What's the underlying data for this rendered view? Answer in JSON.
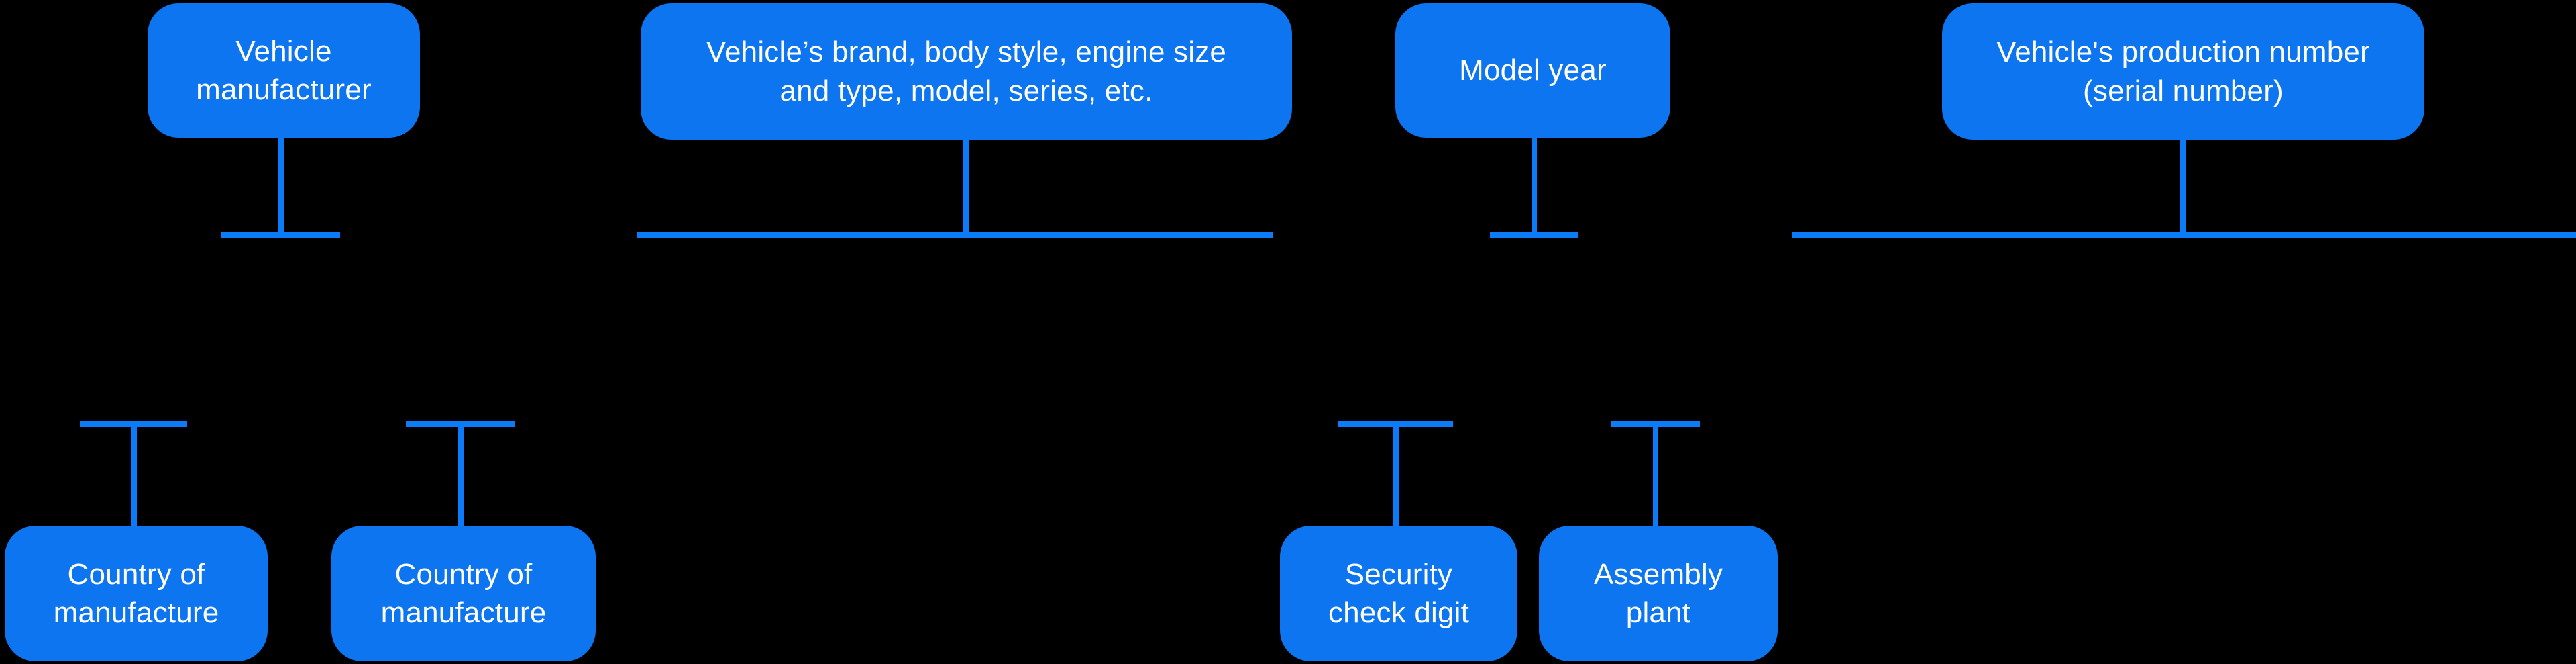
{
  "diagram": {
    "background": "#000000",
    "colors": {
      "box_fill": "#0d75ef",
      "connector_line": "#0b7bf7",
      "text": "#ffffff"
    },
    "nodes": {
      "vehicle_manufacturer": {
        "label": "Vehicle\nmanufacturer"
      },
      "brand_body_style": {
        "label": "Vehicle’s brand, body style, engine size\nand type, model, series, etc."
      },
      "model_year": {
        "label": "Model year"
      },
      "production_number": {
        "label": "Vehicle's production number\n(serial number)"
      },
      "country_of_manufacture_1": {
        "label": "Country of\nmanufacture"
      },
      "country_of_manufacture_2": {
        "label": "Country of\nmanufacture"
      },
      "security_check_digit": {
        "label": "Security\ncheck digit"
      },
      "assembly_plant": {
        "label": "Assembly\nplant"
      }
    }
  }
}
